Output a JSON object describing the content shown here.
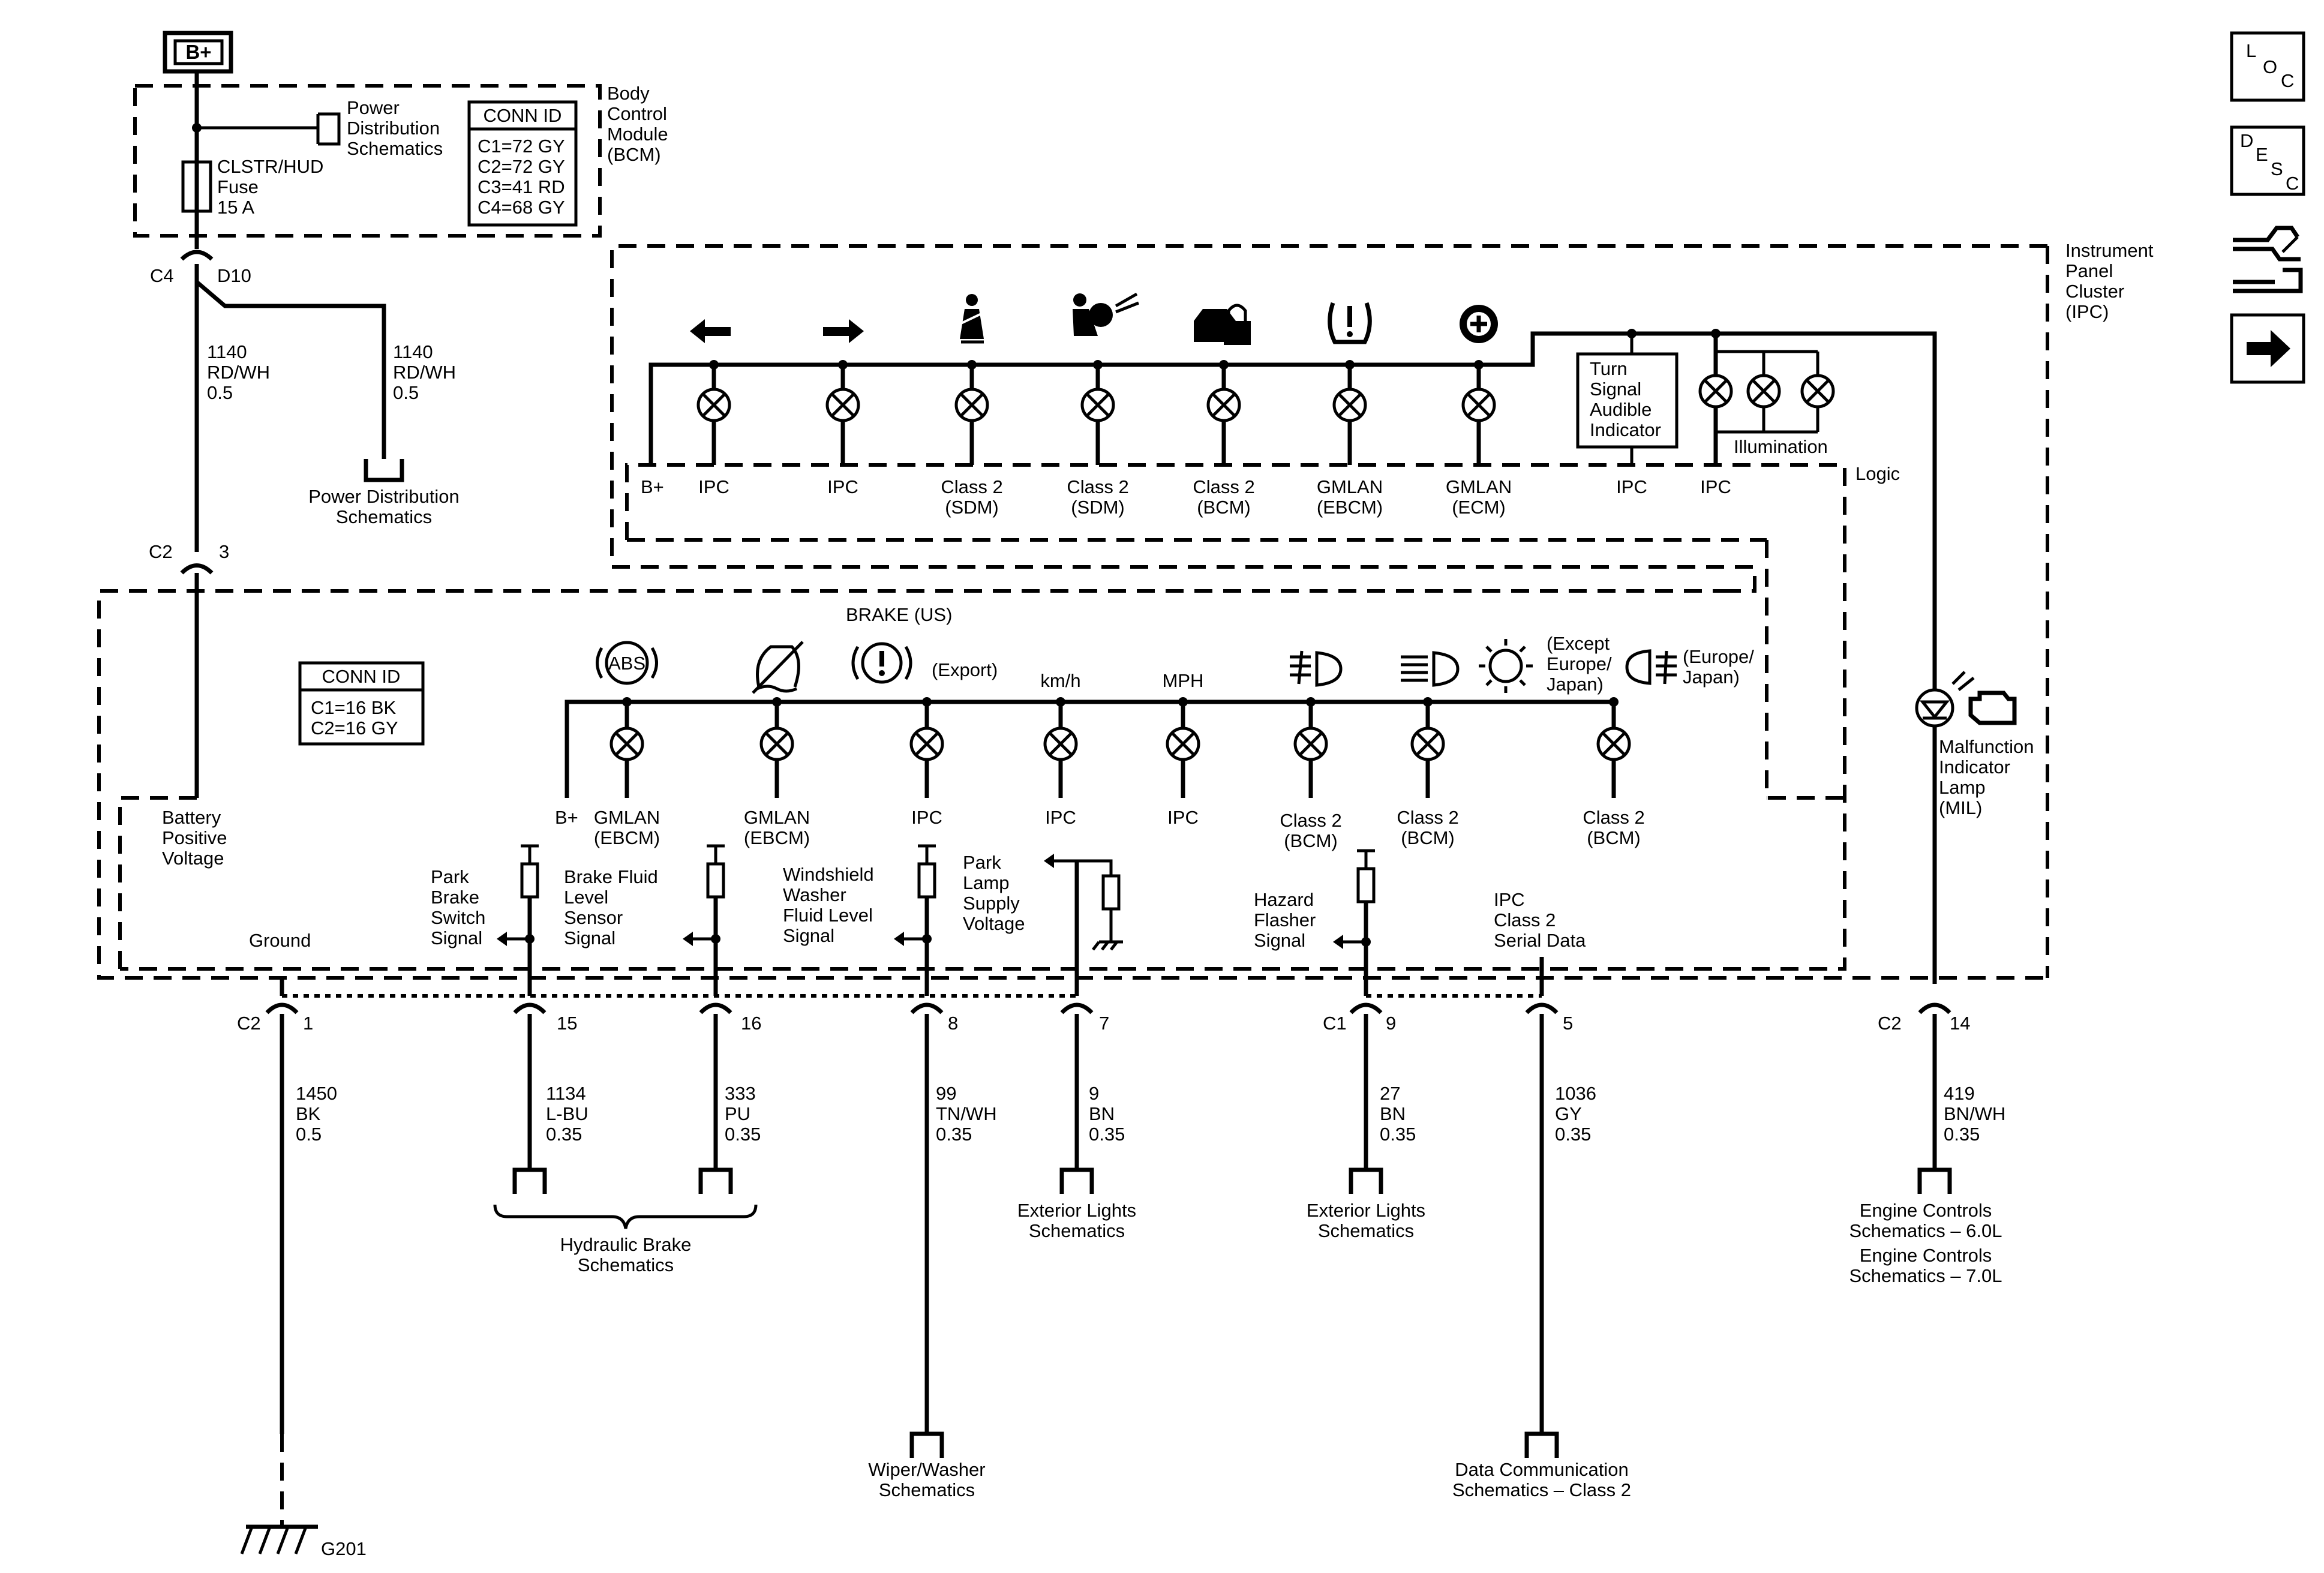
{
  "battery": {
    "label": "B+"
  },
  "bcm": {
    "name": [
      "Body",
      "Control",
      "Module",
      "(BCM)"
    ],
    "power_dist_ref": [
      "Power",
      "Distribution",
      "Schematics"
    ],
    "fuse": [
      "CLSTR/HUD",
      "Fuse",
      "15 A"
    ],
    "conn_title": "CONN ID",
    "conn_rows": [
      "C1=72 GY",
      "C2=72 GY",
      "C3=41 RD",
      "C4=68 GY"
    ]
  },
  "top_connector": {
    "conn": "C4",
    "pin": "D10"
  },
  "wire_1140_left": [
    "1140",
    "RD/WH",
    "0.5"
  ],
  "wire_1140_right": [
    "1140",
    "RD/WH",
    "0.5"
  ],
  "power_dist_bottom": [
    "Power Distribution",
    "Schematics"
  ],
  "c2_pin3": {
    "conn": "C2",
    "pin": "3"
  },
  "ipc": {
    "name": [
      "Instrument",
      "Panel",
      "Cluster",
      "(IPC)"
    ],
    "logic": "Logic",
    "turn_signal": [
      "Turn",
      "Signal",
      "Audible",
      "Indicator"
    ],
    "illumination": "Illumination",
    "upper_labels": [
      [
        "B+"
      ],
      [
        "IPC"
      ],
      [
        "IPC"
      ],
      [
        "Class 2",
        "(SDM)"
      ],
      [
        "Class 2",
        "(SDM)"
      ],
      [
        "Class 2",
        "(BCM)"
      ],
      [
        "GMLAN",
        "(EBCM)"
      ],
      [
        "GMLAN",
        "(ECM)"
      ],
      [
        "IPC"
      ],
      [
        "IPC"
      ]
    ],
    "brake_us": "BRAKE  (US)",
    "export": "(Export)",
    "kmh": "km/h",
    "mph": "MPH",
    "except": [
      "(Except",
      "Europe/",
      "Japan)"
    ],
    "europe": [
      "(Europe/",
      "Japan)"
    ],
    "abs": "ABS",
    "lower_labels": [
      [
        "B+"
      ],
      [
        "GMLAN",
        "(EBCM)"
      ],
      [
        "GMLAN",
        "(EBCM)"
      ],
      [
        "IPC"
      ],
      [
        "IPC"
      ],
      [
        "IPC"
      ],
      [
        "Class 2",
        "(BCM)"
      ],
      [
        "Class 2",
        "(BCM)"
      ],
      [
        "Class 2",
        "(BCM)"
      ]
    ],
    "conn_title": "CONN ID",
    "conn_rows": [
      "C1=16 BK",
      "C2=16 GY"
    ],
    "battery_positive": [
      "Battery",
      "Positive",
      "Voltage"
    ],
    "mil": [
      "Malfunction",
      "Indicator",
      "Lamp",
      "(MIL)"
    ],
    "ground": "Ground",
    "park_brake": [
      "Park",
      "Brake",
      "Switch",
      "Signal"
    ],
    "brake_fluid": [
      "Brake Fluid",
      "Level",
      "Sensor",
      "Signal"
    ],
    "windshield": [
      "Windshield",
      "Washer",
      "Fluid Level",
      "Signal"
    ],
    "park_lamp": [
      "Park",
      "Lamp",
      "Supply",
      "Voltage"
    ],
    "hazard": [
      "Hazard",
      "Flasher",
      "Signal"
    ],
    "class2_serial": [
      "IPC",
      "Class 2",
      "Serial Data"
    ]
  },
  "pins": [
    {
      "conn": "C2",
      "pin": "1"
    },
    {
      "pin": "15"
    },
    {
      "pin": "16"
    },
    {
      "pin": "8"
    },
    {
      "pin": "7"
    },
    {
      "conn": "C1",
      "pin": "9"
    },
    {
      "pin": "5"
    },
    {
      "conn": "C2",
      "pin": "14"
    }
  ],
  "wires": [
    [
      "1450",
      "BK",
      "0.5"
    ],
    [
      "1134",
      "L-BU",
      "0.35"
    ],
    [
      "333",
      "PU",
      "0.35"
    ],
    [
      "99",
      "TN/WH",
      "0.35"
    ],
    [
      "9",
      "BN",
      "0.35"
    ],
    [
      "27",
      "BN",
      "0.35"
    ],
    [
      "1036",
      "GY",
      "0.35"
    ],
    [
      "419",
      "BN/WH",
      "0.35"
    ]
  ],
  "refs": {
    "hydraulic": [
      "Hydraulic Brake",
      "Schematics"
    ],
    "ext_lights_1": [
      "Exterior Lights",
      "Schematics"
    ],
    "ext_lights_2": [
      "Exterior Lights",
      "Schematics"
    ],
    "engine": [
      "Engine Controls",
      "Schematics – 6.0L",
      "Engine Controls",
      "Schematics – 7.0L"
    ],
    "wiper": [
      "Wiper/Washer",
      "Schematics"
    ],
    "data_comm": [
      "Data Communication",
      "Schematics – Class 2"
    ],
    "ground": "G201"
  },
  "nav": {
    "loc": [
      "L",
      "O",
      "C"
    ],
    "desc": [
      "D",
      "E",
      "S",
      "C"
    ],
    "connector_icon": "connector-icon",
    "next_icon": "right-arrow-icon"
  }
}
